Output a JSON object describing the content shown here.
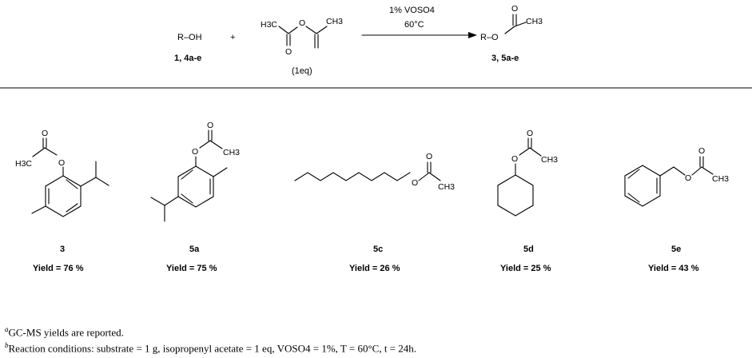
{
  "reaction": {
    "reactant_alcohol": {
      "formula": "R–OH",
      "label": "1, 4a-e"
    },
    "plus": "+",
    "reagent": {
      "h3c": "H3C",
      "ch3": "CH3",
      "o_ring": "O",
      "o_carbonyl": "O",
      "equiv": "(1eq)"
    },
    "conditions": {
      "catalyst": "1% VOSO4",
      "temperature": "60°C"
    },
    "product": {
      "ro": "R–O",
      "o_carbonyl": "O",
      "ch3": "CH3",
      "label": "3, 5a-e"
    }
  },
  "compounds": [
    {
      "id": "3",
      "yield": "Yield = 76 %",
      "atoms": {
        "o_carbonyl": "O",
        "o_ester": "O",
        "methyl": "H3C"
      }
    },
    {
      "id": "5a",
      "yield": "Yield = 75 %",
      "atoms": {
        "o_carbonyl": "O",
        "o_ester": "O",
        "methyl": "CH3"
      }
    },
    {
      "id": "5c",
      "yield": "Yield = 26 %",
      "atoms": {
        "o_carbonyl": "O",
        "o_ester": "O",
        "methyl": "CH3"
      }
    },
    {
      "id": "5d",
      "yield": "Yield = 25 %",
      "atoms": {
        "o_carbonyl": "O",
        "o_ester": "O",
        "methyl": "CH3"
      }
    },
    {
      "id": "5e",
      "yield": "Yield = 43 %",
      "atoms": {
        "o_carbonyl": "O",
        "o_ester": "O",
        "methyl": "CH3"
      }
    }
  ],
  "footnotes": {
    "a_marker": "a",
    "a_text": "GC-MS yields are reported.",
    "b_marker": "b",
    "b_text": "Reaction conditions: substrate = 1 g, isopropenyl acetate = 1 eq, VOSO4 = 1%, T = 60°C, t = 24h."
  }
}
